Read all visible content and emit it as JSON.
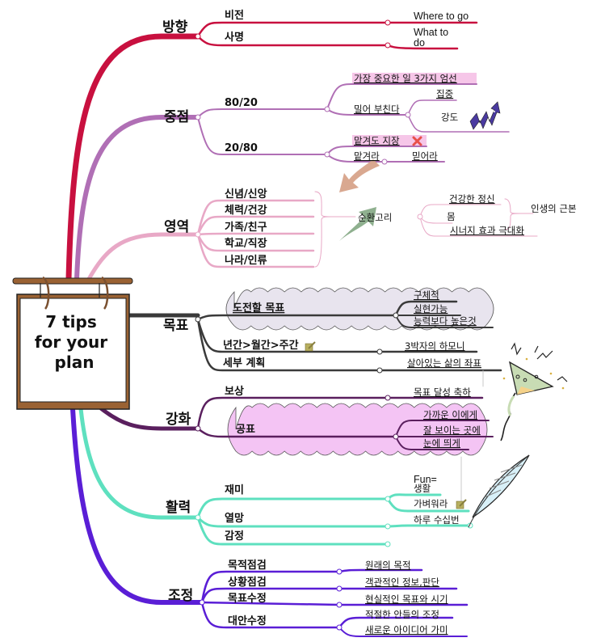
{
  "center": {
    "title_lines": [
      "7 tips",
      "for your",
      "plan"
    ],
    "board_color": "#9a6233",
    "board_border": "#222222"
  },
  "branches": [
    {
      "id": "direction",
      "label": "방향",
      "color": "#c8103f",
      "children": [
        {
          "label": "비전",
          "leaves": [
            {
              "label": "Where to go"
            }
          ]
        },
        {
          "label": "사명",
          "leaves": [
            {
              "label": "What to"
            },
            {
              "label": "do"
            }
          ]
        }
      ]
    },
    {
      "id": "focus",
      "label": "중점",
      "color": "#b06fb5",
      "children": [
        {
          "label": "80/20",
          "leaves": [
            {
              "label": "가장 중요한 일 3가지 엄선",
              "highlight": "#f6c6e8"
            },
            {
              "label": "밀어 부친다",
              "leaves": [
                {
                  "label": "집중"
                },
                {
                  "label": "강도"
                }
              ]
            }
          ]
        },
        {
          "label": "20/80",
          "leaves": [
            {
              "label": "맡겨도 지장",
              "highlight": "#f6c6e8",
              "icon": "x-mark-icon"
            },
            {
              "label": "맡겨라"
            },
            {
              "label": "믿어라"
            }
          ]
        }
      ]
    },
    {
      "id": "areas",
      "label": "영역",
      "color": "#e8a8c6",
      "children": [
        {
          "label": "신념/신앙"
        },
        {
          "label": "체력/건강"
        },
        {
          "label": "가족/친구"
        },
        {
          "label": "학교/직장"
        },
        {
          "label": "나라/인류"
        }
      ],
      "summary": {
        "label": "순환고리",
        "leaves": [
          {
            "label": "건강한 정신"
          },
          {
            "label": "몸"
          },
          {
            "label": "시너지 효과 극대화"
          }
        ],
        "group_label": "인생의 근본"
      }
    },
    {
      "id": "goal",
      "label": "목표",
      "color": "#3a3a3a",
      "children": [
        {
          "label": "도전할 목표",
          "cloud": "#e8e4ee",
          "leaves": [
            {
              "label": "구체적"
            },
            {
              "label": "실현가능"
            },
            {
              "label": "능력보다 높은것"
            }
          ]
        },
        {
          "label": "년간>월간>주간",
          "icon": "note-icon",
          "leaves": [
            {
              "label": "3박자의 하모니"
            }
          ]
        },
        {
          "label": "세부 계획",
          "leaves": [
            {
              "label": "살아있는 삶의 좌표"
            }
          ]
        }
      ]
    },
    {
      "id": "reinforce",
      "label": "강화",
      "color": "#5a1f5e",
      "children": [
        {
          "label": "보상",
          "leaves": [
            {
              "label": "목표 달성 축하"
            }
          ]
        },
        {
          "label": "공표",
          "cloud": "#f4c4f4",
          "leaves": [
            {
              "label": "가까운 이에게"
            },
            {
              "label": "잘 보이는 곳에"
            },
            {
              "label": "눈에 띄게"
            }
          ]
        }
      ]
    },
    {
      "id": "vitality",
      "label": "활력",
      "color": "#5ee0bf",
      "children": [
        {
          "label": "재미",
          "leaves": [
            {
              "label": "Fun="
            },
            {
              "label": "생활"
            },
            {
              "label": "가벼워라",
              "icon": "note-icon"
            }
          ]
        },
        {
          "label": "열망",
          "leaves": [
            {
              "label": "하루 수십번"
            }
          ]
        },
        {
          "label": "감정"
        }
      ]
    },
    {
      "id": "adjust",
      "label": "조정",
      "color": "#5a1ed6",
      "children": [
        {
          "label": "목적점검",
          "leaves": [
            {
              "label": "원래의 목적"
            }
          ]
        },
        {
          "label": "상황점검",
          "leaves": [
            {
              "label": "객관적인 정보,판단"
            }
          ]
        },
        {
          "label": "목표수정",
          "leaves": [
            {
              "label": "현실적인 목표와 시기"
            }
          ]
        },
        {
          "label": "대안수정",
          "leaves": [
            {
              "label": "적절한 안들의 조정"
            },
            {
              "label": "새로운 아이디어 가미"
            }
          ]
        }
      ]
    }
  ],
  "decorations": [
    {
      "name": "rising-arrow-mascot-icon",
      "color": "#4a3aa0"
    },
    {
      "name": "cycle-arrow-down-icon",
      "color": "#d9a890"
    },
    {
      "name": "cycle-arrow-up-icon",
      "color": "#8fb08f"
    },
    {
      "name": "party-horn-icon",
      "color": "#c8dcb4"
    },
    {
      "name": "quill-feather-icon",
      "color": "#d8f0f8"
    }
  ]
}
